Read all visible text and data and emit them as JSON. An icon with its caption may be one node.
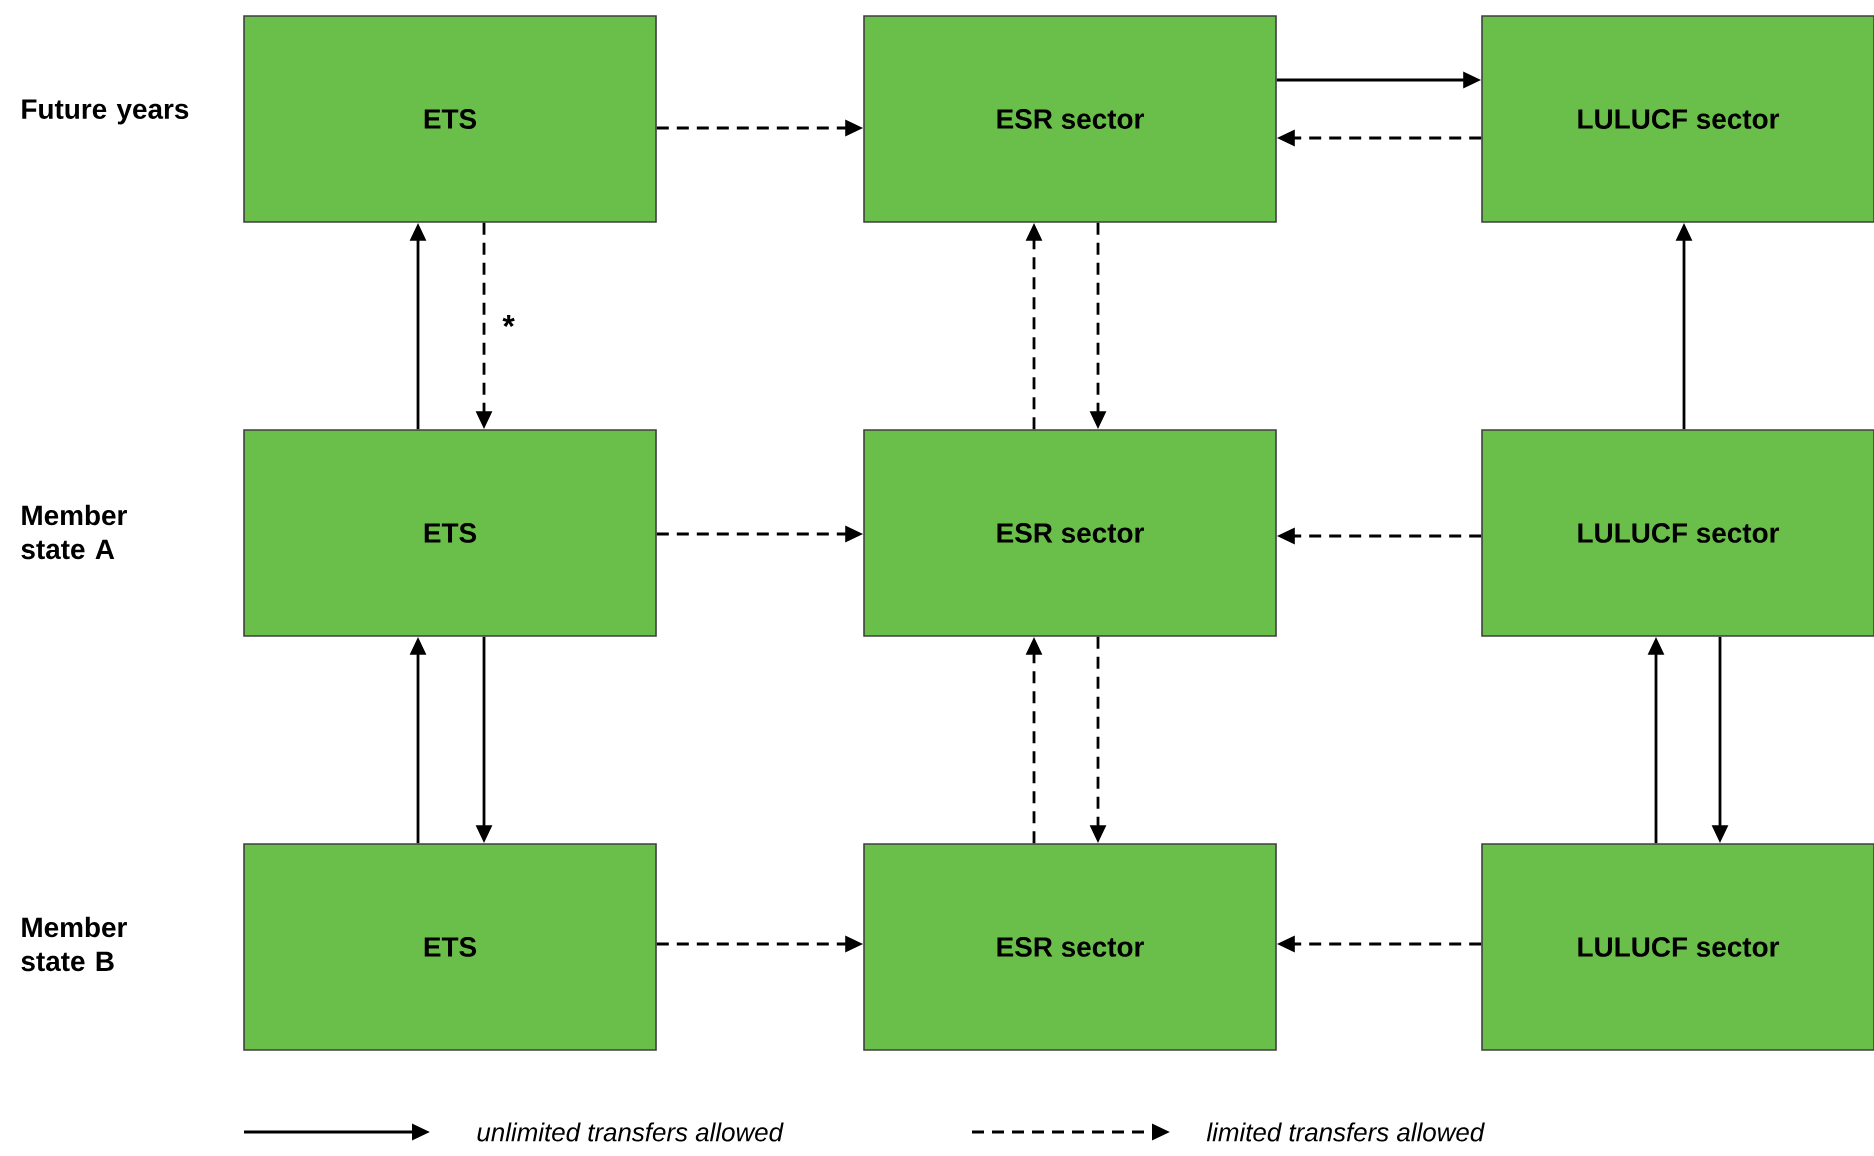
{
  "diagram": {
    "nodes": [
      {
        "text": [
          "ETS"
        ]
      },
      {
        "text": [
          "ESR sector"
        ]
      },
      {
        "text": [
          "LULUCF sector"
        ]
      },
      {
        "text": [
          "ETS"
        ]
      },
      {
        "text": [
          "ESR sector"
        ]
      },
      {
        "text": [
          "LULUCF sector"
        ]
      },
      {
        "text": [
          "ETS"
        ]
      },
      {
        "text": [
          "ESR sector"
        ]
      },
      {
        "text": [
          "LULUCF sector"
        ]
      }
    ],
    "edges": [
      {
        "from": 0,
        "to": 1,
        "arrow": "to",
        "style": "dashed"
      },
      {
        "from": 1,
        "to": 2,
        "arrow": "to"
      },
      {
        "from": 2,
        "to": 1,
        "arrow": "to",
        "style": "dashed"
      },
      {
        "from": 3,
        "to": 0,
        "arrow": "to"
      },
      {
        "from": 0,
        "to": 3,
        "arrow": "to",
        "style": "dashed",
        "label": "*"
      },
      {
        "from": 4,
        "to": 1,
        "arrow": "to",
        "style": "dashed"
      },
      {
        "from": 1,
        "to": 4,
        "arrow": "to",
        "style": "dashed"
      },
      {
        "from": 5,
        "to": 2,
        "arrow": "to"
      },
      {
        "from": 3,
        "to": 4,
        "arrow": "to",
        "style": "dashed"
      },
      {
        "from": 5,
        "to": 4,
        "arrow": "to",
        "style": "dashed"
      },
      {
        "from": 6,
        "to": 3,
        "arrow": "to"
      },
      {
        "from": 3,
        "to": 6,
        "arrow": "to"
      },
      {
        "from": 7,
        "to": 4,
        "arrow": "to",
        "style": "dashed"
      },
      {
        "from": 4,
        "to": 7,
        "arrow": "to",
        "style": "dashed"
      },
      {
        "from": 8,
        "to": 5,
        "arrow": "to"
      },
      {
        "from": 5,
        "to": 8,
        "arrow": "to"
      },
      {
        "from": 6,
        "to": 7,
        "arrow": "to",
        "style": "dashed"
      },
      {
        "from": 8,
        "to": 7,
        "arrow": "to",
        "style": "dashed"
      }
    ],
    "labels": [
      "Future years",
      "Member state A",
      "Member state B"
    ],
    "legend": [
      {
        "text": "unlimited transfers allowed"
      },
      {
        "text": "limited transfers allowed"
      }
    ]
  }
}
